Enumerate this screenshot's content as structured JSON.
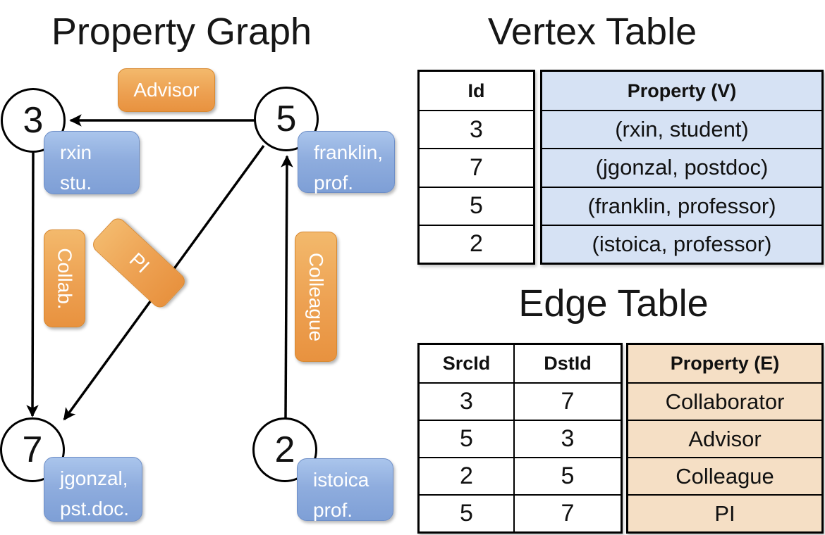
{
  "titles": {
    "graph": "Property Graph",
    "vertex_table": "Vertex Table",
    "edge_table": "Edge Table"
  },
  "graph": {
    "vertices": {
      "v3": {
        "id": "3",
        "line1": "rxin",
        "line2": "stu."
      },
      "v5": {
        "id": "5",
        "line1": "franklin,",
        "line2": "prof."
      },
      "v7": {
        "id": "7",
        "line1": "jgonzal,",
        "line2": "pst.doc."
      },
      "v2": {
        "id": "2",
        "line1": "istoica",
        "line2": "prof."
      }
    },
    "edge_labels": {
      "advisor": "Advisor",
      "collab": "Collab.",
      "pi": "PI",
      "colleague": "Colleague"
    }
  },
  "vertex_table": {
    "columns": {
      "id": "Id",
      "property": "Property (V)"
    },
    "rows": [
      {
        "id": "3",
        "property": "(rxin, student)"
      },
      {
        "id": "7",
        "property": "(jgonzal, postdoc)"
      },
      {
        "id": "5",
        "property": "(franklin, professor)"
      },
      {
        "id": "2",
        "property": "(istoica, professor)"
      }
    ]
  },
  "edge_table": {
    "columns": {
      "src": "SrcId",
      "dst": "DstId",
      "property": "Property (E)"
    },
    "rows": [
      {
        "src": "3",
        "dst": "7",
        "property": "Collaborator"
      },
      {
        "src": "5",
        "dst": "3",
        "property": "Advisor"
      },
      {
        "src": "2",
        "dst": "5",
        "property": "Colleague"
      },
      {
        "src": "5",
        "dst": "7",
        "property": "PI"
      }
    ]
  },
  "colors": {
    "vertex_property_bg": "#d6e2f4",
    "edge_property_bg": "#f5dfc5",
    "edge_label_orange": "#eda152",
    "vertex_box_blue": "#8fadde",
    "line_black": "#000000"
  }
}
